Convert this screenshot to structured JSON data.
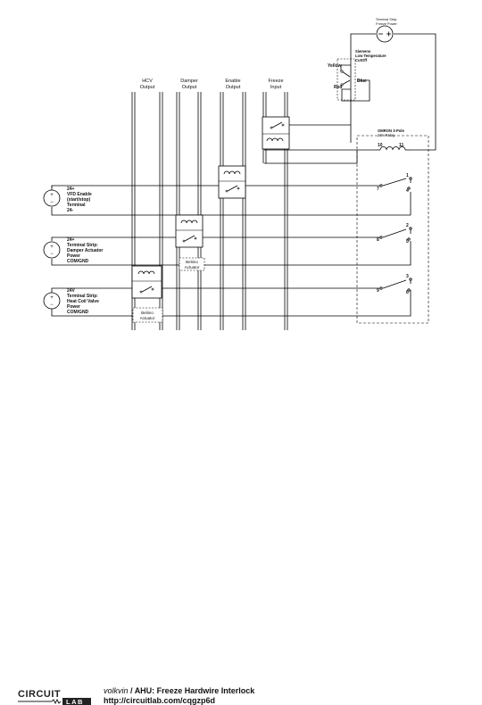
{
  "columns": [
    {
      "line1": "HCV",
      "line2": "Output"
    },
    {
      "line1": "Damper",
      "line2": "Output"
    },
    {
      "line1": "Enable",
      "line2": "Output"
    },
    {
      "line1": "Freeze",
      "line2": "Input"
    }
  ],
  "sources": [
    {
      "lines": [
        "24+",
        "VFD Enable",
        "(start/stop)",
        "Terminal",
        "24-"
      ]
    },
    {
      "lines": [
        "24+",
        "Terminal Strip:",
        "Damper Actuator",
        "Power",
        "COM/GND"
      ]
    },
    {
      "lines": [
        "24V",
        "Terminal Strip:",
        "Heat Coil Valve",
        "Power",
        "COM/GND"
      ]
    }
  ],
  "top_source_label": [
    "Terminal Strip:",
    "Freeze Power"
  ],
  "freezestat_label": [
    "Siemens",
    "Low Temperature",
    "CutOff"
  ],
  "wire_labels": {
    "yellow": "Yellow",
    "red": "Red",
    "blue": "Blue"
  },
  "relay_label": [
    "OMRON 3-Pole",
    "24V Relay"
  ],
  "relay_pins": {
    "coil_a": "10",
    "coil_b": "11",
    "pole1": "1",
    "pole2": "2",
    "pole3": "3",
    "nc1": "7",
    "nc2": "8",
    "nc3": "9",
    "no1": "4",
    "no2": "5",
    "no3": "6"
  },
  "belimo_labels": [
    {
      "line1": "Belimo",
      "line2": "Actuator"
    },
    {
      "line1": "Belimo",
      "line2": "Actuator"
    }
  ],
  "source_symbols": {
    "plus": "+",
    "minus": "−"
  },
  "footer": {
    "logo_top": "CIRCUIT",
    "logo_bottom": "LAB",
    "author": "volkvin",
    "separator": " / ",
    "title": "AHU: Freeze Hardwire Interlock",
    "url": "http://circuitlab.com/cqgzp6d"
  }
}
